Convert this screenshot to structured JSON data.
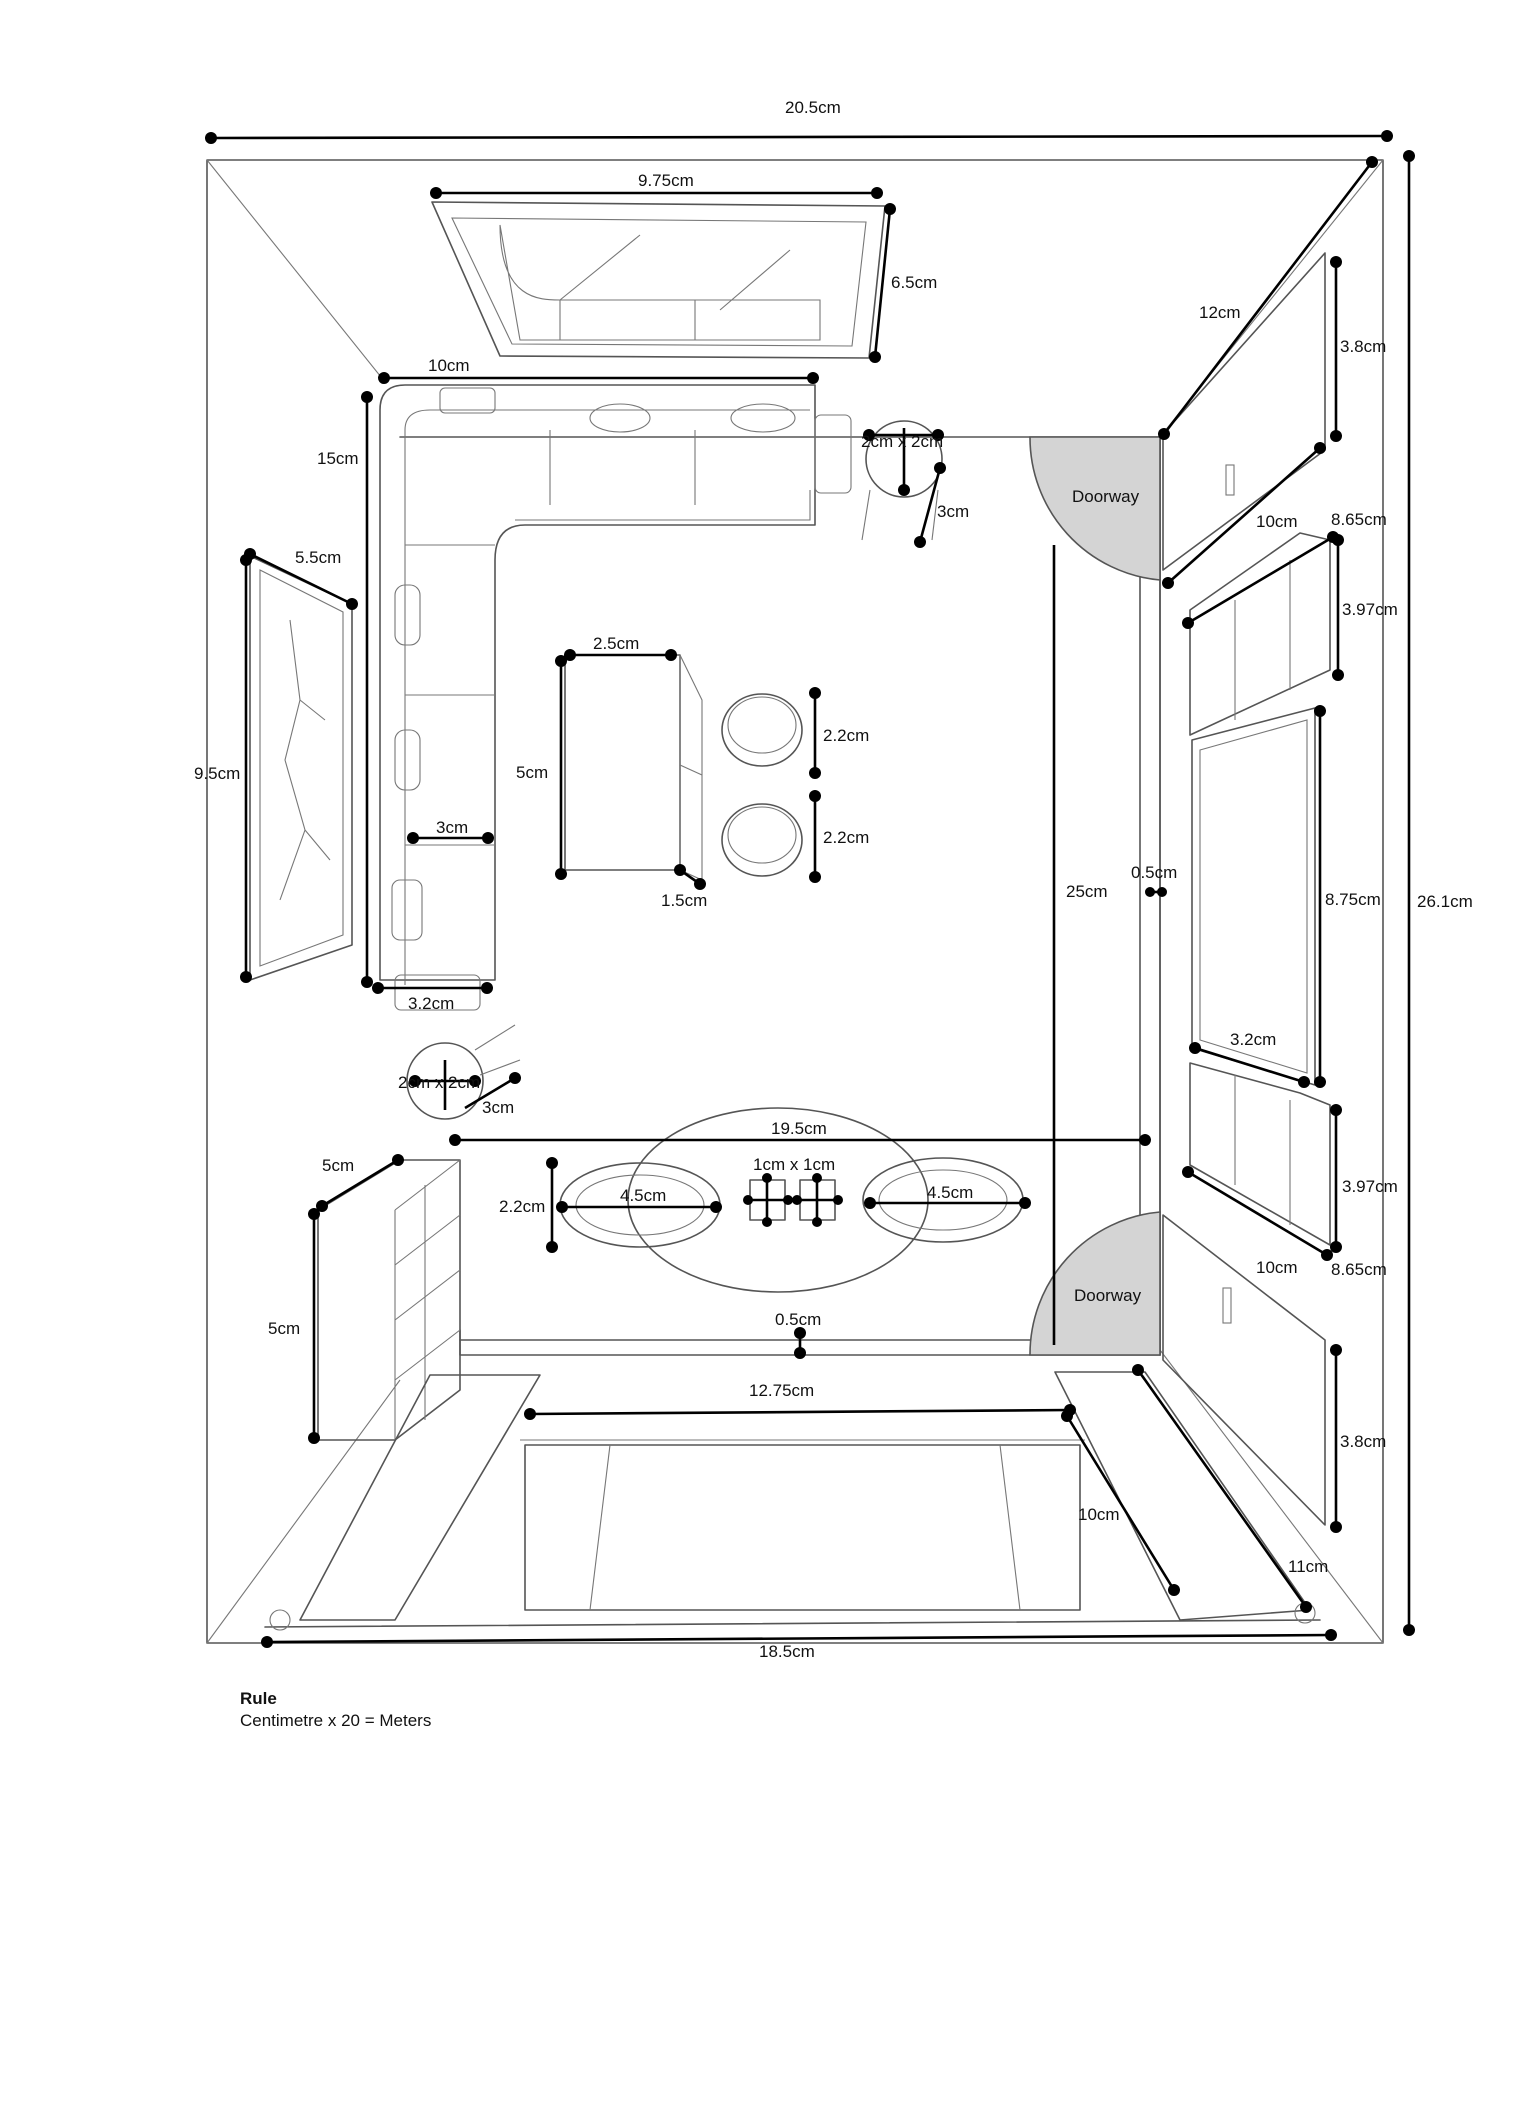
{
  "dimensions": {
    "room_width": "20.5cm",
    "room_depth": "26.1cm",
    "bottom_width": "18.5cm",
    "tv_width": "9.75cm",
    "tv_height": "6.5cm",
    "sofa_top": "10cm",
    "sofa_side": "15cm",
    "sofa_depth": "3cm",
    "sofa_end": "3.2cm",
    "side_table_top": "2cm x 2cm",
    "side_table_top_h": "3cm",
    "side_table_bottom": "2cm x 2cm",
    "side_table_bottom_h": "3cm",
    "wall_art_w": "5.5cm",
    "wall_art_h": "9.5cm",
    "coffee_table_w": "2.5cm",
    "coffee_table_l": "5cm",
    "coffee_table_d": "1.5cm",
    "pouf_1": "2.2cm",
    "pouf_2": "2.2cm",
    "hallway": "25cm",
    "wall_gap": "0.5cm",
    "right_panel_top_len": "12cm",
    "right_panel_top_h": "3.8cm",
    "right_shelf_top_len": "10cm",
    "right_shelf_top_d": "8.65cm",
    "right_shelf_top_h": "3.97cm",
    "right_mirror_h": "8.75cm",
    "right_mirror_w": "3.2cm",
    "right_shelf_bottom_h": "3.97cm",
    "right_shelf_bottom_len": "10cm",
    "right_shelf_bottom_d": "8.65cm",
    "right_panel_bottom_h": "3.8cm",
    "rug_width": "19.5cm",
    "cube_size": "1cm x 1cm",
    "chair_left": "4.5cm",
    "chair_right": "4.5cm",
    "chair_depth": "2.2cm",
    "bookcase_w": "5cm",
    "bookcase_h": "5cm",
    "floor_gap": "0.5cm",
    "bed_width": "12.75cm",
    "bed_len": "10cm",
    "bed_side": "11cm"
  },
  "doorways": {
    "top": "Doorway",
    "bottom": "Doorway"
  },
  "rule": {
    "title": "Rule",
    "text": "Centimetre x 20 = Meters"
  },
  "colors": {
    "doorway_fill": "#d4d4d4",
    "line": "#000000",
    "sketch": "#555555"
  }
}
